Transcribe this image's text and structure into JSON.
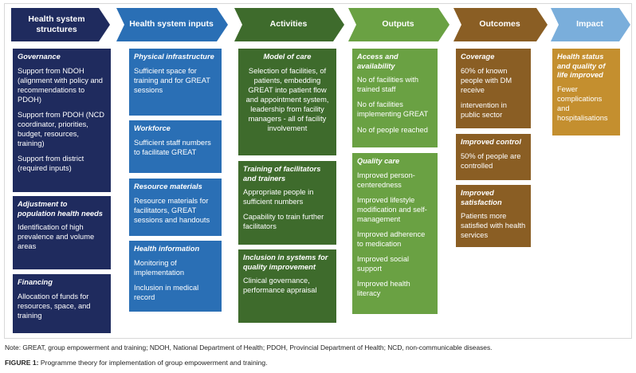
{
  "headers": [
    {
      "label": "Health system structures",
      "color": "#1f2b5e"
    },
    {
      "label": "Health system inputs",
      "color": "#2a6fb5"
    },
    {
      "label": "Activities",
      "color": "#3e6b2c"
    },
    {
      "label": "Outputs",
      "color": "#6aa143"
    },
    {
      "label": "Outcomes",
      "color": "#8a5e24"
    },
    {
      "label": "Impact",
      "color": "#7aaedb"
    }
  ],
  "columns": {
    "structures": [
      {
        "title": "Governance",
        "items": [
          "Support from NDOH (alignment with policy and recommendations to PDOH)",
          "Support from PDOH (NCD coordinator, priorities, budget, resources, training)",
          "Support from district (required inputs)"
        ]
      },
      {
        "title": "Adjustment to population health needs",
        "items": [
          "Identification of high prevalence and volume areas"
        ]
      },
      {
        "title": "Financing",
        "items": [
          "Allocation of funds for resources, space, and training"
        ]
      }
    ],
    "inputs": [
      {
        "title": "Physical infrastructure",
        "items": [
          "Sufficient space for training and for GREAT sessions"
        ]
      },
      {
        "title": "Workforce",
        "items": [
          "Sufficient staff numbers to facilitate GREAT"
        ]
      },
      {
        "title": "Resource materials",
        "items": [
          "Resource materials for facilitators, GREAT sessions and handouts"
        ]
      },
      {
        "title": "Health information",
        "items": [
          "Monitoring of implementation",
          "Inclusion in medical record"
        ]
      }
    ],
    "activities": [
      {
        "title": "Model of care",
        "items": [
          "Selection of facilities, of patients, embedding GREAT into patient flow and appointment system, leadership from facility managers - all of facility involvement"
        ]
      },
      {
        "title": "Training of facilitators and trainers",
        "items": [
          "Appropriate people in sufficient numbers",
          "Capability to train further facilitators"
        ]
      },
      {
        "title": "Inclusion in systems for quality improvement",
        "items": [
          "Clinical governance, performance appraisal"
        ]
      }
    ],
    "outputs": [
      {
        "title": "Access and availability",
        "items": [
          "No of facilities with trained staff",
          "No of facilities implementing GREAT",
          "No of people reached"
        ]
      },
      {
        "title": "Quality care",
        "items": [
          "Improved person-centeredness",
          "Improved lifestyle modification and self-management",
          "Improved adherence to medication",
          "Improved social support",
          "Improved health literacy"
        ]
      }
    ],
    "outcomes": [
      {
        "title": "Coverage",
        "items": [
          "60% of known people with DM receive",
          "intervention in public sector"
        ]
      },
      {
        "title": "Improved control",
        "items": [
          "50% of people are controlled"
        ]
      },
      {
        "title": "Improved satisfaction",
        "items": [
          "Patients more satisfied with health services"
        ]
      }
    ],
    "impact": [
      {
        "title": "Health status and quality of life improved",
        "items": [
          "Fewer complications and hospitalisations"
        ]
      }
    ]
  },
  "note": "Note: GREAT, group empowerment and training; NDOH, National Department of Health; PDOH, Provincial Department of Health; NCD, non-communicable diseases.",
  "caption": {
    "label": "FIGURE 1:",
    "text": " Programme theory for implementation of group empowerment and training."
  }
}
